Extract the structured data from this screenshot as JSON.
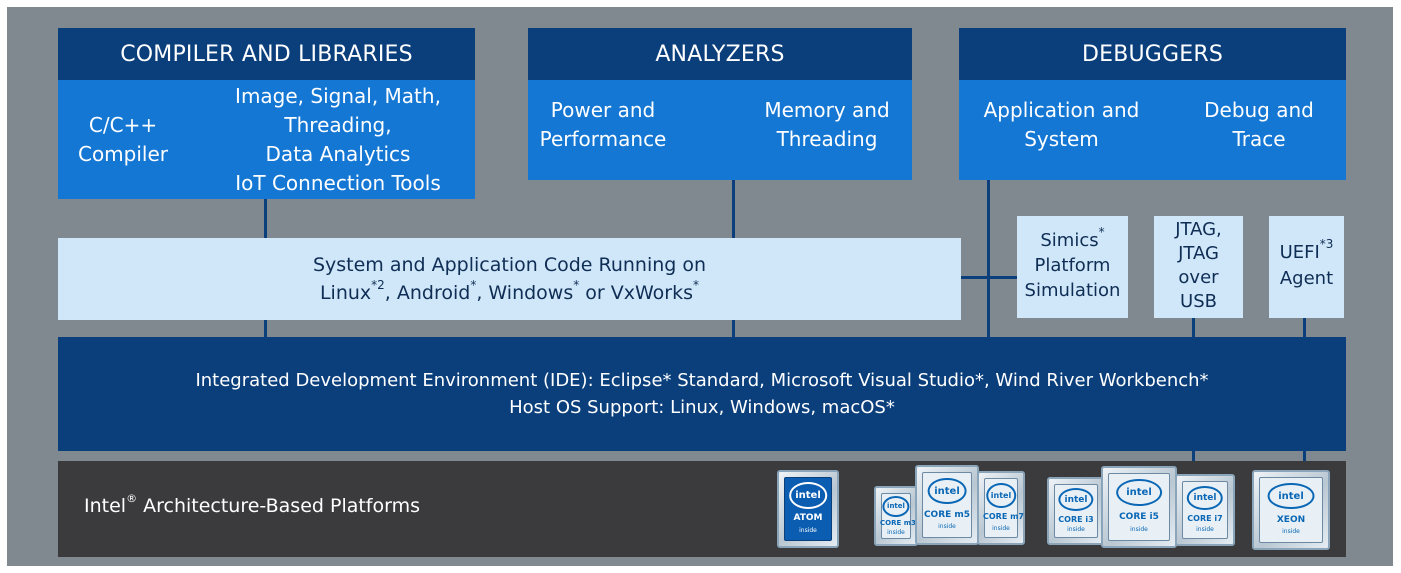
{
  "compiler": {
    "title": "COMPILER AND LIBRARIES",
    "left": [
      "C/C++",
      "Compiler"
    ],
    "right": [
      "Image, Signal, Math,",
      "Threading,",
      "Data Analytics",
      "IoT Connection Tools"
    ]
  },
  "analyzers": {
    "title": "ANALYZERS",
    "left": [
      "Power and",
      "Performance"
    ],
    "right": [
      "Memory and",
      "Threading"
    ]
  },
  "debuggers": {
    "title": "DEBUGGERS",
    "left": [
      "Application and",
      "System"
    ],
    "right": [
      "Debug and",
      "Trace"
    ]
  },
  "system_code": {
    "line1": "System and Application Code Running on",
    "linux": "Linux",
    "linux_sup": "*2",
    "android": ", Android",
    "android_sup": "*",
    "windows": ", Windows",
    "windows_sup": "*",
    "vxworks": " or VxWorks",
    "vxworks_sup": "*"
  },
  "simics": {
    "line1": "Simics",
    "line1_sup": "*",
    "line2": "Platform",
    "line3": "Simulation"
  },
  "jtag": [
    "JTAG,",
    "JTAG",
    "over",
    "USB"
  ],
  "uefi": {
    "line1": "UEFI",
    "line1_sup": "*3",
    "line2": "Agent"
  },
  "ide": {
    "line1": "Integrated Development Environment (IDE): Eclipse* Standard, Microsoft Visual Studio*, Wind River Workbench*",
    "line2": "Host OS Support: Linux, Windows, macOS*"
  },
  "platform": {
    "label": "Intel",
    "reg": "®",
    "label_rest": " Architecture-Based Platforms"
  },
  "badges": [
    {
      "logo": "intel",
      "line": "ATOM",
      "inside": "inside"
    },
    {
      "logo": "intel",
      "line": "CORE m3",
      "inside": "inside"
    },
    {
      "logo": "intel",
      "line": "CORE m5",
      "inside": "inside"
    },
    {
      "logo": "intel",
      "line": "CORE m7",
      "inside": "inside"
    },
    {
      "logo": "intel",
      "line": "CORE i3",
      "inside": "inside"
    },
    {
      "logo": "intel",
      "line": "CORE i5",
      "inside": "inside"
    },
    {
      "logo": "intel",
      "line": "CORE i7",
      "inside": "inside"
    },
    {
      "logo": "intel",
      "line": "XEON",
      "inside": "inside"
    }
  ],
  "colors": {
    "dark_blue": "#0b3f7c",
    "mid_blue": "#1477d4",
    "light_blue": "#cfe7f8",
    "gray_bg": "#818990",
    "platform_bg": "#3b3b3d"
  }
}
